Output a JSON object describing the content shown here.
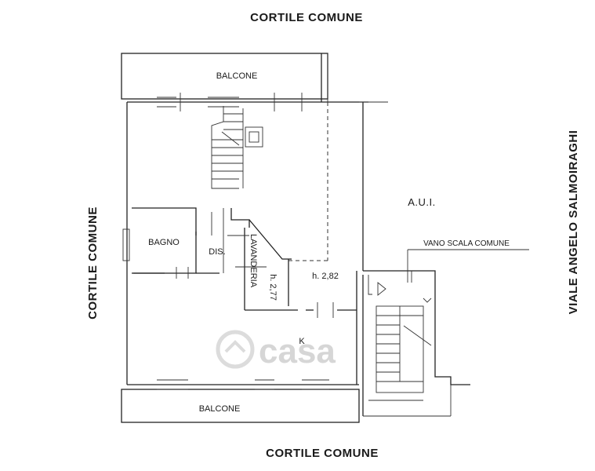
{
  "labels": {
    "courtyard_top": "CORTILE COMUNE",
    "courtyard_bottom": "CORTILE COMUNE",
    "courtyard_left": "CORTILE COMUNE",
    "street_right": "VIALE ANGELO SALMOIRAGHI",
    "balcony_top": "BALCONE",
    "balcony_bottom": "BALCONE",
    "bathroom": "BAGNO",
    "hallway": "DIS.",
    "laundry": "LAVANDERIA",
    "laundry_height": "h. 2,77",
    "main_height": "h. 2,82",
    "kitchen": "K",
    "aui": "A.U.I.",
    "common_stair": "VANO SCALA COMUNE"
  },
  "watermark": "casa",
  "colors": {
    "ink": "#222222",
    "watermark": "#d6d6d6"
  }
}
